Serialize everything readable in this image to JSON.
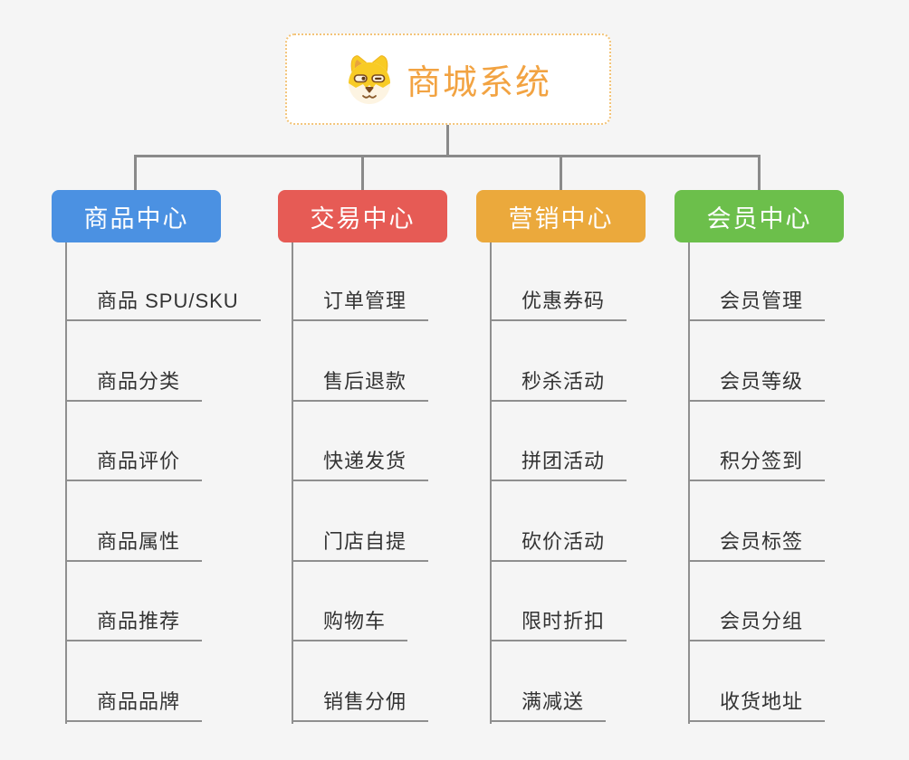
{
  "page": {
    "background": "#f5f5f5",
    "connector_color": "#8a8a8a"
  },
  "root": {
    "label": "商城系统",
    "icon": "dog-icon",
    "text_color": "#f2a342",
    "border_color": "#f3c479",
    "background": "#ffffff"
  },
  "branches": [
    {
      "label": "商品中心",
      "color": "#4b91e2",
      "children": [
        "商品 SPU/SKU",
        "商品分类",
        "商品评价",
        "商品属性",
        "商品推荐",
        "商品品牌"
      ]
    },
    {
      "label": "交易中心",
      "color": "#e65b55",
      "children": [
        "订单管理",
        "售后退款",
        "快递发货",
        "门店自提",
        "购物车",
        "销售分佣"
      ]
    },
    {
      "label": "营销中心",
      "color": "#eba93c",
      "children": [
        "优惠券码",
        "秒杀活动",
        "拼团活动",
        "砍价活动",
        "限时折扣",
        "满减送"
      ]
    },
    {
      "label": "会员中心",
      "color": "#6cbf4b",
      "children": [
        "会员管理",
        "会员等级",
        "积分签到",
        "会员标签",
        "会员分组",
        "收货地址"
      ]
    }
  ]
}
